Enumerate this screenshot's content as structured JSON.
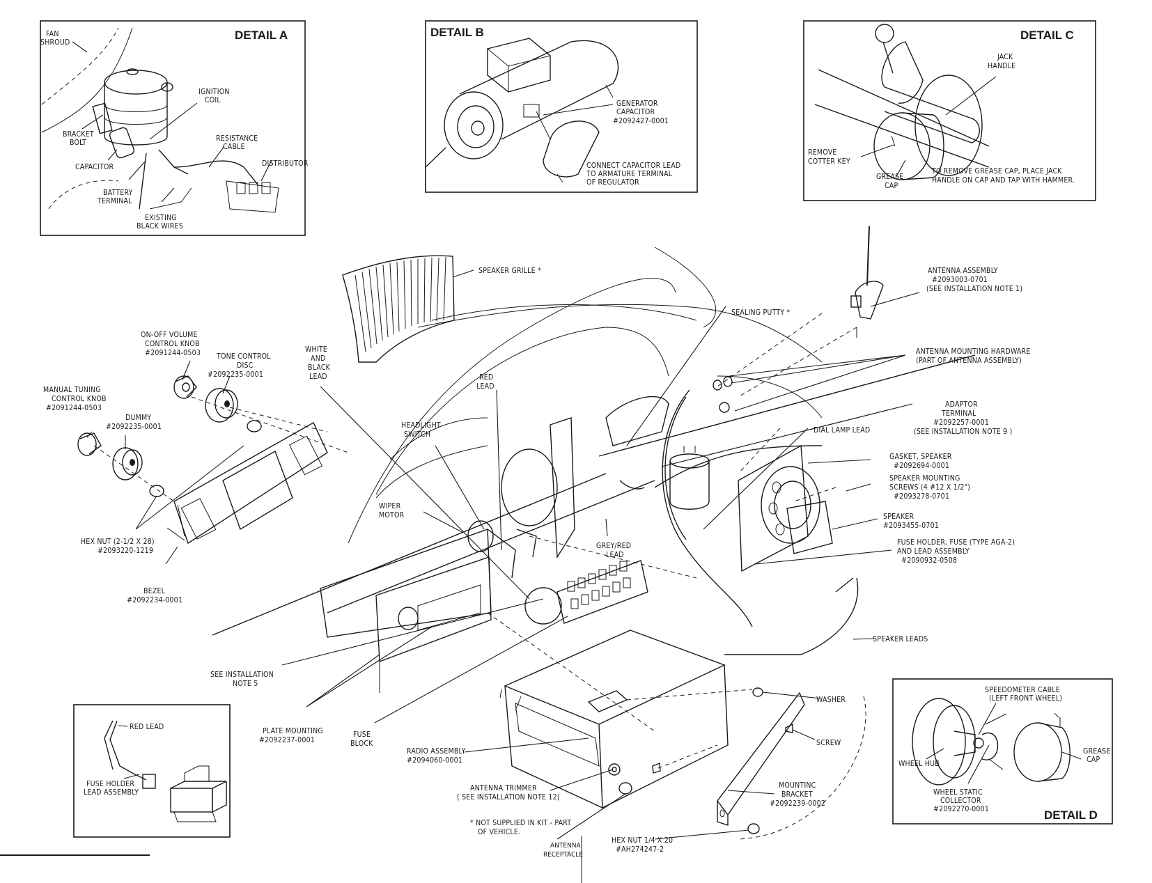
{
  "details": {
    "a": {
      "title": "DETAIL A",
      "fan_shroud": [
        "FAN",
        "SHROUD"
      ],
      "ignition_coil": [
        "IGNITION",
        "COIL"
      ],
      "bracket_bolt": [
        "BRACKET",
        "BOLT"
      ],
      "resistance_cable": [
        "RESISTANCE",
        "CABLE"
      ],
      "capacitor": "CAPACITOR",
      "distributor": "DISTRIBUTOR",
      "battery_terminal": [
        "BATTERY",
        "TERMINAL"
      ],
      "existing_black_wires": [
        "EXISTING",
        "BLACK WIRES"
      ]
    },
    "b": {
      "title": "DETAIL B",
      "generator_capacitor": [
        "GENERATOR",
        "CAPACITOR",
        "#2092427-0001"
      ],
      "note": [
        "CONNECT CAPACITOR LEAD",
        "TO ARMATURE TERMINAL",
        "OF REGULATOR"
      ]
    },
    "c": {
      "title": "DETAIL C",
      "jack_handle": [
        "JACK",
        "HANDLE"
      ],
      "remove_cotter_key": [
        "REMOVE",
        "COTTER KEY"
      ],
      "grease_cap": [
        "GREASE",
        "CAP"
      ],
      "note": [
        "TO REMOVE GREASE CAP, PLACE JACK",
        "HANDLE ON CAP AND TAP WITH HAMMER."
      ]
    },
    "d": {
      "title": "DETAIL D",
      "speedometer_cable": [
        "SPEEDOMETER CABLE",
        "(LEFT FRONT WHEEL)"
      ],
      "wheel_hub": "WHEEL HUB",
      "grease_cap": [
        "GREASE",
        "CAP"
      ],
      "wheel_static_collector": [
        "WHEEL STATIC",
        "COLLECTOR",
        "#2092270-0001"
      ]
    },
    "fuse_inset": {
      "red_lead": "RED LEAD",
      "fuse_holder_lead_assembly": [
        "FUSE HOLDER",
        "LEAD ASSEMBLY"
      ]
    }
  },
  "callouts": {
    "speaker_grille": "SPEAKER GRILLE *",
    "on_off_volume_knob": [
      "ON-OFF VOLUME",
      "CONTROL KNOB",
      "#2091244-0503"
    ],
    "tone_control_disc": [
      "TONE CONTROL",
      "DISC",
      "#2092235-0001"
    ],
    "white_black_lead": [
      "WHITE",
      "AND",
      "BLACK",
      "LEAD"
    ],
    "manual_tuning_knob": [
      "MANUAL TUNING",
      "CONTROL KNOB",
      "#2091244-0503"
    ],
    "dummy": [
      "DUMMY",
      "#2092235-0001"
    ],
    "red_lead": [
      "RED",
      "LEAD"
    ],
    "headlight_switch": [
      "HEADLIGHT",
      "SWITCH"
    ],
    "sealing_putty": "SEALING PUTTY *",
    "antenna_assembly": [
      "ANTENNA ASSEMBLY",
      "#2093003-0701",
      "(SEE INSTALLATION NOTE 1)"
    ],
    "antenna_mounting_hardware": [
      "ANTENNA MOUNTING HARDWARE",
      "(PART OF ANTENNA ASSEMBLY)"
    ],
    "adaptor_terminal": [
      "ADAPTOR",
      "TERMINAL",
      "#2092257-0001",
      "(SEE INSTALLATION NOTE 9 )"
    ],
    "dial_lamp_lead": "DIAL LAMP LEAD",
    "gasket_speaker": [
      "GASKET, SPEAKER",
      "#2092694-0001"
    ],
    "speaker_mounting_screws": [
      "SPEAKER MOUNTING",
      "SCREWS (4 #12 X 1/2\")",
      "#2093278-0701"
    ],
    "speaker": [
      "SPEAKER",
      "#2093455-0701"
    ],
    "fuse_holder_assembly": [
      "FUSE HOLDER, FUSE (TYPE AGA-2)",
      "AND LEAD ASSEMBLY",
      "#2090932-0508"
    ],
    "wiper_motor": [
      "WIPER",
      "MOTOR"
    ],
    "grey_red_lead": [
      "GREY/RED",
      "LEAD"
    ],
    "hex_nut": [
      "HEX NUT (2-1/2 X 28)",
      "#2093220-1219"
    ],
    "bezel": [
      "BEZEL",
      "#2092234-0001"
    ],
    "speaker_leads": "SPEAKER LEADS",
    "see_installation_note_5": [
      "SEE INSTALLATION",
      "NOTE 5"
    ],
    "plate_mounting": [
      "PLATE MOUNTING",
      "#2092237-0001"
    ],
    "fuse_block": [
      "FUSE",
      "BLOCK"
    ],
    "radio_assembly": [
      "RADIO ASSEMBLY",
      "#2094060-0001"
    ],
    "washer": "WASHER",
    "screw": "SCREW",
    "antenna_trimmer": [
      "ANTENNA TRIMMER",
      "( SEE INSTALLATION NOTE 12)"
    ],
    "mounting_bracket": [
      "MOUNTINC",
      "BRACKET",
      "#2092239-0002"
    ],
    "not_supplied_note": [
      "* NOT SUPPLIED IN KIT - PART",
      "OF VEHICLE."
    ],
    "antenna_receptacle": [
      "ANTENNA",
      "RECEPTACLE"
    ],
    "hex_nut_quarter": [
      "HEX NUT 1/4 X 20",
      "#AH274247-2"
    ]
  }
}
